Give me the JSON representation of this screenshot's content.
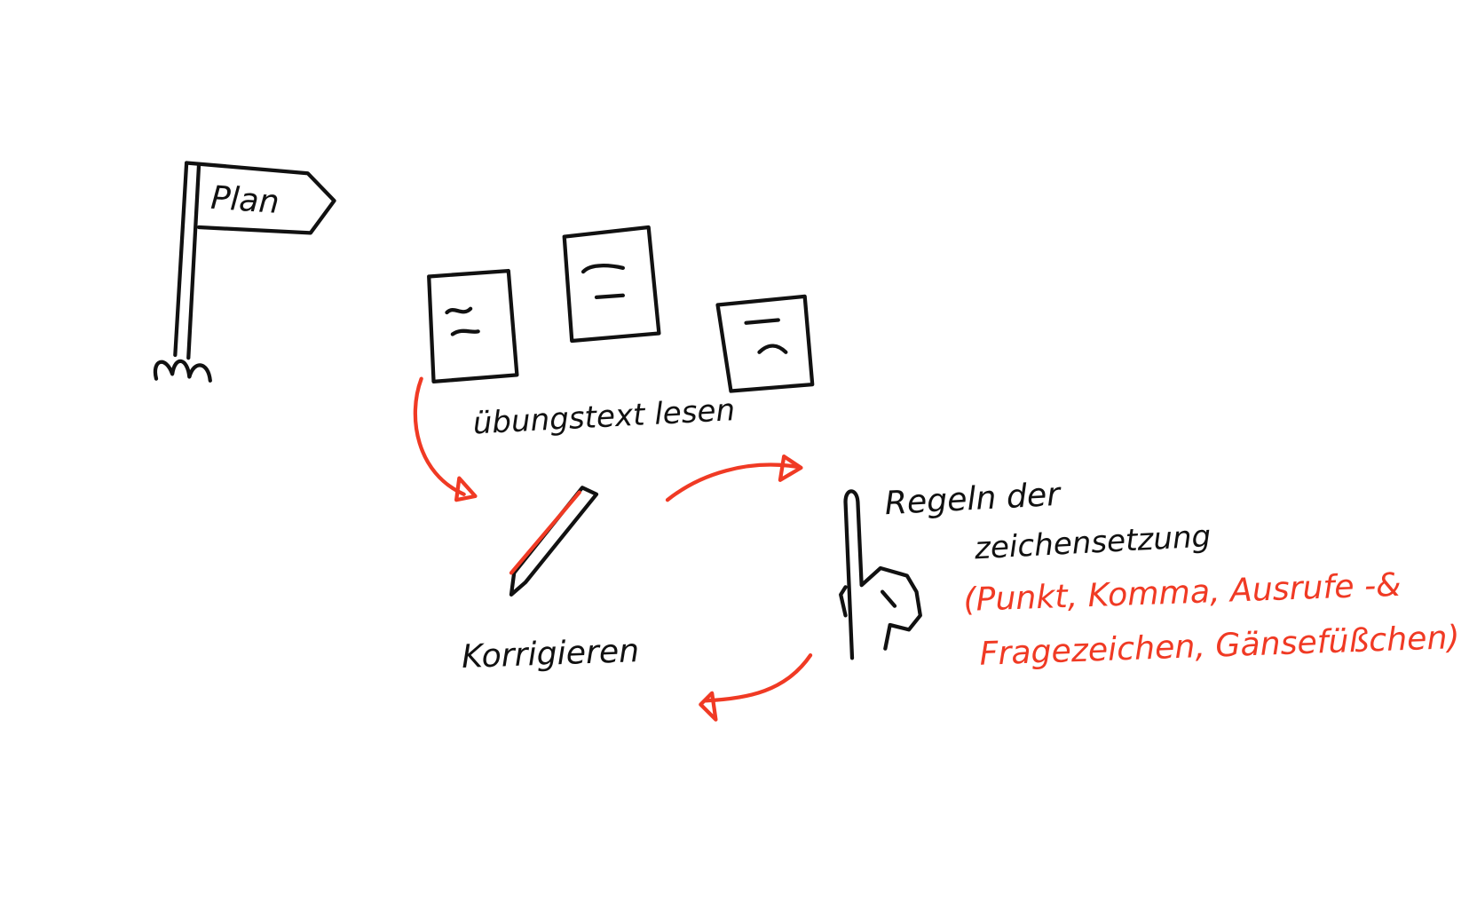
{
  "canvas": {
    "flag_label": "Plan",
    "read_label": "übungstext lesen",
    "correct_label": "Korrigieren",
    "rules_line1": "Regeln der",
    "rules_line2": "zeichensetzung",
    "marks_line1": "(Punkt, Komma, Ausrufe -&",
    "marks_line2": "Fragezeichen, Gänsefüßchen)"
  },
  "colors": {
    "ink": "#111111",
    "accent": "#f03a24",
    "background": "#ffffff"
  }
}
